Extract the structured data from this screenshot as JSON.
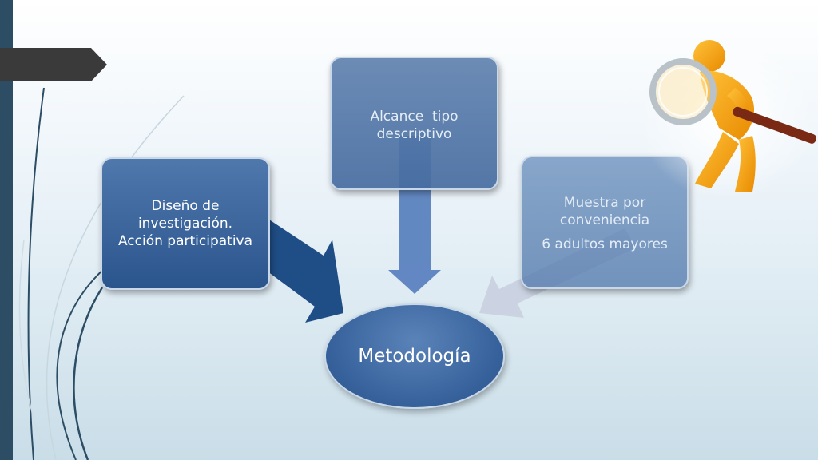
{
  "diagram": {
    "box_left": {
      "line1": "Diseño de",
      "line2": "investigación.",
      "line3": "Acción participativa"
    },
    "box_top": {
      "line1": "Alcance  tipo",
      "line2": "descriptivo"
    },
    "box_right": {
      "line1": "Muestra por",
      "line2": "conveniencia",
      "line3": "6 adultos mayores"
    },
    "center": {
      "label": "Metodología"
    }
  },
  "colors": {
    "left_bar": "#2c4d63",
    "header_tab": "#3a3a3a",
    "box_dark": "#2a548c",
    "arrow_dark": "#1f4d85",
    "arrow_mid": "#5b82bf",
    "arrow_light": "#c9d0e0"
  },
  "icons": {
    "figure": "magnifier-person-icon"
  }
}
